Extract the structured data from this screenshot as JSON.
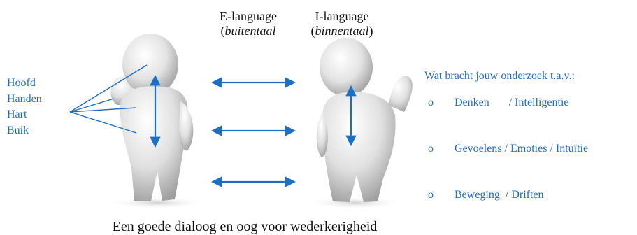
{
  "headers": {
    "e_language": {
      "title": "E-language",
      "sub_open": "(",
      "sub_italic": "buitentaal",
      "sub_close": ""
    },
    "i_language": {
      "title": "I-language",
      "sub_open": "(",
      "sub_italic": "binnentaal",
      "sub_close": ")"
    }
  },
  "body_parts": [
    "Hoofd",
    "Handen",
    "Hart",
    "Buik"
  ],
  "question": "Wat bracht jouw onderzoek t.a.v.:",
  "options": [
    {
      "bullet": "o",
      "text": "Denken       / Intelligentie"
    },
    {
      "bullet": "o",
      "text": "Gevoelens / Emoties / Intuïtie"
    },
    {
      "bullet": "o",
      "text": "Beweging  / Driften"
    }
  ],
  "footer": "Een goede dialoog en oog voor wederkerigheid",
  "colors": {
    "accent": "#1f6fc0",
    "figure": "#dcdcdc",
    "text": "#111111"
  }
}
